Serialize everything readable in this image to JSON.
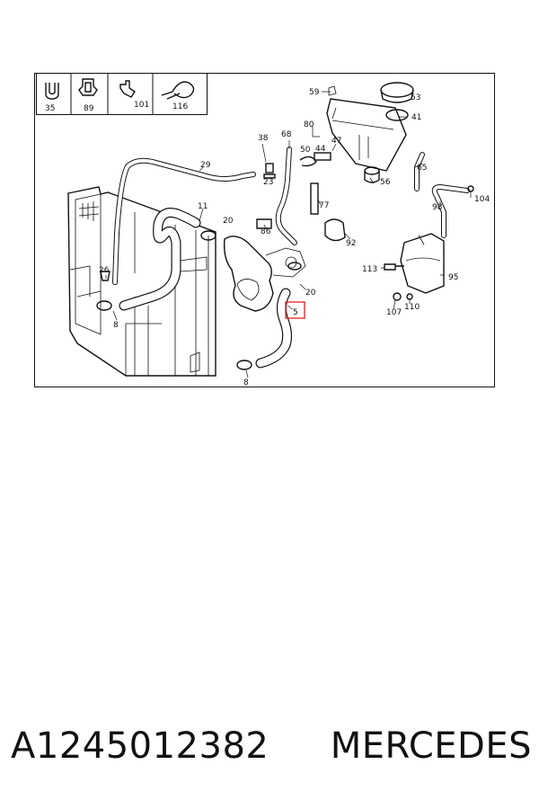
{
  "part_number": "A1245012382",
  "brand": "MERCEDES",
  "callout_labels": {
    "p35": "35",
    "p89": "89",
    "p101": "101",
    "p116": "116",
    "p59": "59",
    "p53": "53",
    "p41": "41",
    "p80": "80",
    "p38": "38",
    "p68": "68",
    "p50": "50",
    "p44": "44",
    "p47": "47",
    "p29": "29",
    "p23": "23",
    "p65": "65",
    "p56": "56",
    "p104": "104",
    "p77": "77",
    "p11": "11",
    "p20a": "20",
    "p98": "98",
    "p86": "86",
    "p92": "92",
    "p26": "26",
    "p113": "113",
    "p95": "95",
    "p20b": "20",
    "p5": "5",
    "p107": "107",
    "p110": "110",
    "p8a": "8",
    "p8b": "8"
  },
  "highlighted_part": "5",
  "highlight_color": "#e0201e"
}
